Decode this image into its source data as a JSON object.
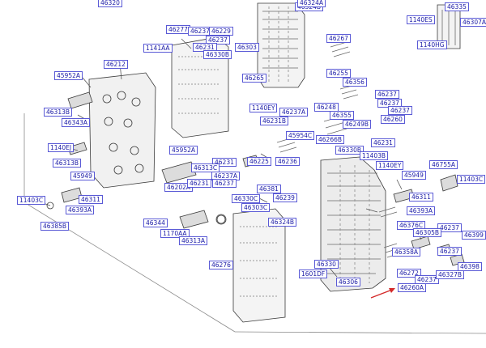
{
  "diagram": {
    "part_labels": [
      "46320",
      "46324B",
      "46324A",
      "1140ES",
      "46307A",
      "1140HG",
      "46277",
      "46237",
      "46229",
      "46237",
      "46231",
      "46303",
      "46330B",
      "46267",
      "46212",
      "1141AA",
      "46265",
      "46255",
      "46356",
      "45952A",
      "46313B",
      "46343A",
      "1140EY",
      "46237A",
      "46231B",
      "46237",
      "46237",
      "46237",
      "46260",
      "46248",
      "46355",
      "46249B",
      "46266B",
      "45954C",
      "46330B",
      "46231",
      "1140EJ",
      "46313B",
      "45949",
      "45952A",
      "46231",
      "46237A",
      "46237",
      "46225",
      "46236",
      "11403B",
      "46313C",
      "46202A",
      "46231",
      "1140EY",
      "46755A",
      "45949",
      "11403C",
      "46330C",
      "46381",
      "46239",
      "46303C",
      "11403C",
      "46311",
      "46393A",
      "46385B",
      "46311",
      "46393A",
      "46344",
      "1170AA",
      "46313A",
      "46324B",
      "46376C",
      "46237",
      "46305B",
      "46399",
      "46276",
      "46358A",
      "46237",
      "46272",
      "46330",
      "46398",
      "1601DF",
      "46306",
      "46237",
      "46327B",
      "46260A",
      "46335"
    ],
    "highlighted_label": "46260A",
    "colors": {
      "label_text": "#1a1aa6",
      "label_border": "#5a5ad6",
      "highlight_fill": "#3f63e8",
      "pointer_arrow": "#d42a2a",
      "line_art": "#3a3a3a"
    }
  }
}
